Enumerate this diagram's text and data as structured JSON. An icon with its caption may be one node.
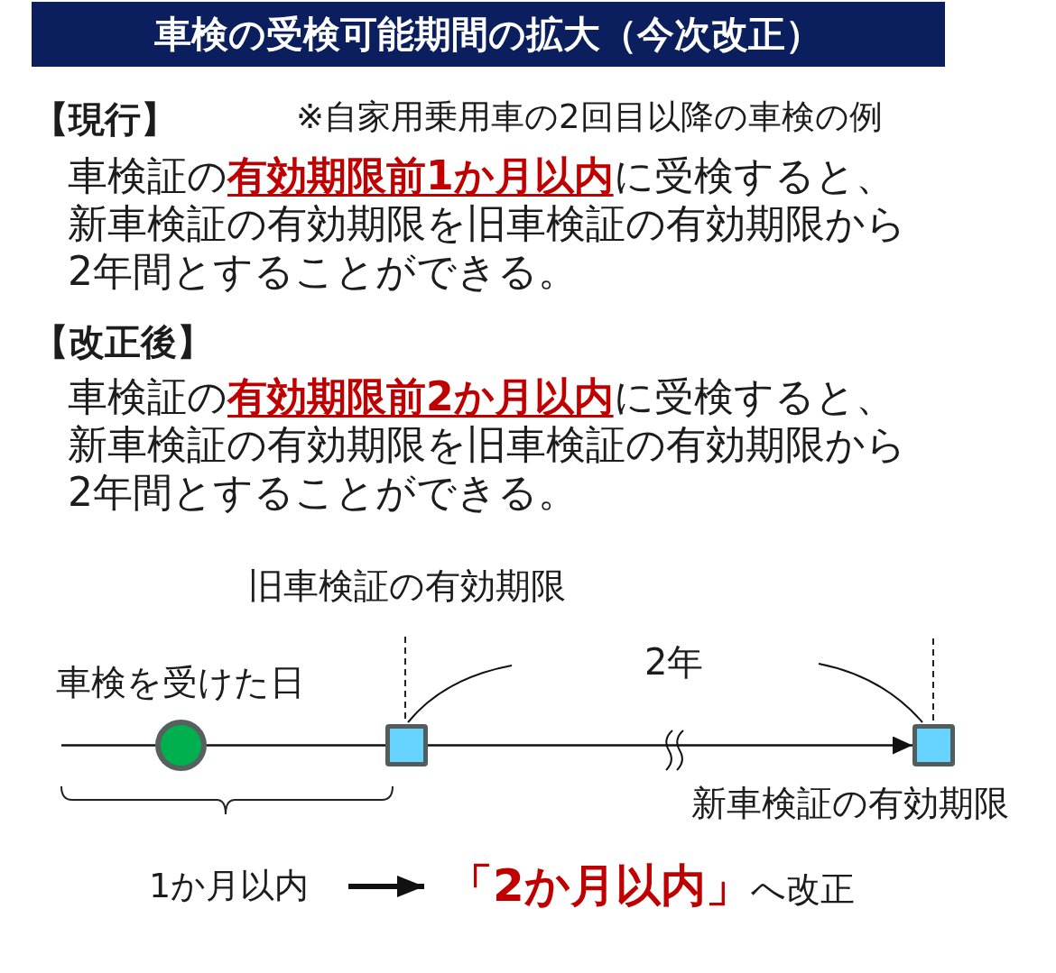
{
  "diagram": {
    "title": "車検の受検可能期間の拡大（今次改正）",
    "nodes": [
      {
        "text": [],
        "shape": "circle",
        "beside": [
          "車検を受けた日"
        ]
      },
      {
        "text": [],
        "shape": "box",
        "beside": [
          "旧車検証の有効期限"
        ]
      },
      {
        "text": [],
        "shape": "box",
        "beside": [
          "新車検証の有効期限"
        ]
      },
      {
        "text": [
          "1か月以内"
        ]
      },
      {
        "text": [
          "**「2か月以内」**へ改正"
        ]
      }
    ],
    "edges": [
      {
        "from": null,
        "to": 0,
        "arrow": "none"
      },
      {
        "from": 0,
        "to": 1,
        "arrow": "none"
      },
      {
        "from": 1,
        "to": 2,
        "arrow": "to"
      },
      {
        "from": 3,
        "to": 4,
        "arrow": "to",
        "style": "thick"
      }
    ],
    "labels": [
      "【現行】",
      "※自家用乗用車の2回目以降の車検の例",
      "車検証の**有効期限前1か月以内**に受検すると、新車検証の有効期限を旧車検証の有効期限から2年間とすることができる。",
      "【改正後】",
      "車検証の**有効期限前2か月以内**に受検すると、新車検証の有効期限を旧車検証の有効期限から2年間とすることができる。",
      "2年"
    ]
  }
}
